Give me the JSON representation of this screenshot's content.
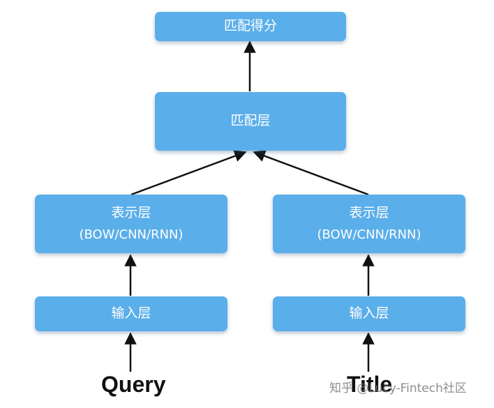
{
  "nodes": {
    "score": {
      "label": "匹配得分"
    },
    "match_layer": {
      "label": "匹配层"
    },
    "repr_left": {
      "label": "表示层",
      "sublabel": "(BOW/CNN/RNN)"
    },
    "repr_right": {
      "label": "表示层",
      "sublabel": "(BOW/CNN/RNN)"
    },
    "input_left": {
      "label": "输入层"
    },
    "input_right": {
      "label": "输入层"
    }
  },
  "inputs": {
    "left": "Query",
    "right": "Title"
  },
  "watermark": "知乎 @Lucy-Fintech社区",
  "colors": {
    "node_fill": "#5aaeea",
    "node_text": "#ffffff",
    "arrow": "#111111"
  }
}
